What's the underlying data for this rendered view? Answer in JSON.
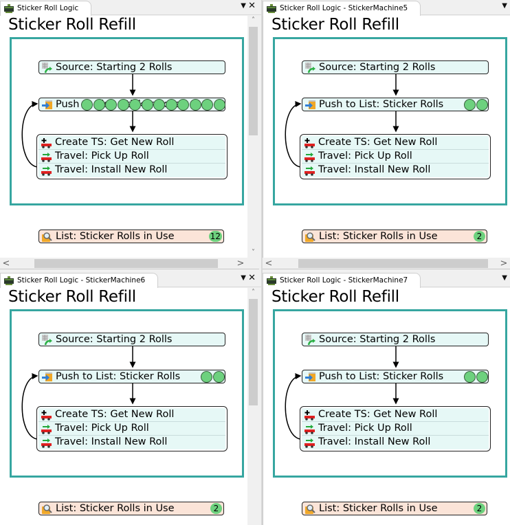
{
  "panes": [
    {
      "tab_label": "Sticker Roll Logic",
      "title": "Sticker Roll Refill",
      "source_label": "Source: Starting 2 Rolls",
      "push_label": "Push to List: Sticker Rolls",
      "push_tokens": 12,
      "create_label": "Create TS: Get New Roll",
      "travel1_label": "Travel: Pick Up Roll",
      "travel2_label": "Travel: Install New Roll",
      "list_label": "List: Sticker Rolls in Use",
      "list_count": "12",
      "has_close": true
    },
    {
      "tab_label": "Sticker Roll Logic - StickerMachine5",
      "title": "Sticker Roll Refill",
      "source_label": "Source: Starting 2 Rolls",
      "push_label": "Push to List: Sticker Rolls",
      "push_tokens": 2,
      "create_label": "Create TS: Get New Roll",
      "travel1_label": "Travel: Pick Up Roll",
      "travel2_label": "Travel: Install New Roll",
      "list_label": "List: Sticker Rolls in Use",
      "list_count": "2",
      "has_close": false
    },
    {
      "tab_label": "Sticker Roll Logic - StickerMachine6",
      "title": "Sticker Roll Refill",
      "source_label": "Source: Starting 2 Rolls",
      "push_label": "Push to List: Sticker Rolls",
      "push_tokens": 2,
      "create_label": "Create TS: Get New Roll",
      "travel1_label": "Travel: Pick Up Roll",
      "travel2_label": "Travel: Install New Roll",
      "list_label": "List: Sticker Rolls in Use",
      "list_count": "2",
      "has_close": true
    },
    {
      "tab_label": "Sticker Roll Logic - StickerMachine7",
      "title": "Sticker Roll Refill",
      "source_label": "Source: Starting 2 Rolls",
      "push_label": "Push to List: Sticker Rolls",
      "push_tokens": 2,
      "create_label": "Create TS: Get New Roll",
      "travel1_label": "Travel: Pick Up Roll",
      "travel2_label": "Travel: Install New Roll",
      "list_label": "List: Sticker Rolls in Use",
      "list_count": "2",
      "has_close": false
    }
  ],
  "icons": {
    "tab_menu": "▼",
    "tab_close": "✕",
    "scroll_up": "˄",
    "scroll_down": "˅",
    "scroll_left": "<",
    "scroll_right": ">"
  },
  "colors": {
    "flow_border": "#36a6a0",
    "activity_fill": "#e6f8f6",
    "list_fill": "#fbe4d8",
    "token": "#6dd17e"
  }
}
